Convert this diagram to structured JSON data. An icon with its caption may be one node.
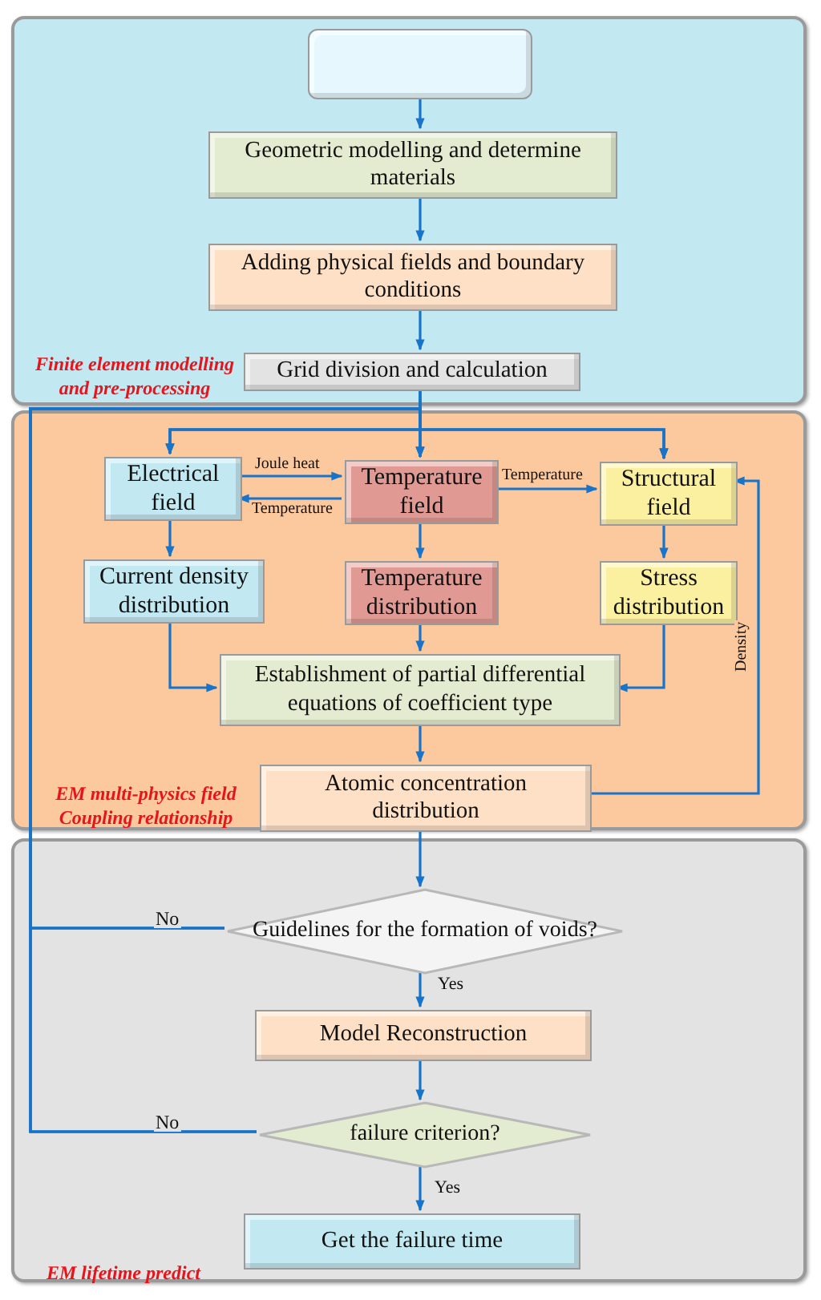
{
  "diagram": {
    "nodes": [
      {
        "text": [
          "Finite element modelling and pre-processing"
        ]
      },
      {
        "text": [],
        "shape": "box",
        "in": 0
      },
      {
        "text": [
          "Geometric modelling and determine materials"
        ],
        "in": 0
      },
      {
        "text": [
          "Adding physical fields and boundary conditions"
        ],
        "in": 0
      },
      {
        "text": [
          "Grid division and calculation"
        ],
        "in": 0
      },
      {
        "text": [
          "EM multi-physics field Coupling relationship"
        ]
      },
      {
        "text": [
          "Electrical field"
        ],
        "in": 5
      },
      {
        "text": [
          "Temperature field"
        ],
        "in": 5
      },
      {
        "text": [
          "Structural field"
        ],
        "in": 5
      },
      {
        "text": [
          "Current density distribution"
        ],
        "in": 5
      },
      {
        "text": [
          "Temperature distribution"
        ],
        "in": 5
      },
      {
        "text": [
          "Stress distribution"
        ],
        "in": 5
      },
      {
        "text": [
          "Establishment of partial differential equations of coefficient type"
        ],
        "in": 5
      },
      {
        "text": [
          "Atomic concentration distribution"
        ],
        "in": 5
      },
      {
        "text": [
          "EM lifetime predict"
        ]
      },
      {
        "text": [
          "Guidelines for the formation of voids?"
        ],
        "in": 14
      },
      {
        "text": [
          "Model Reconstruction"
        ],
        "in": 14
      },
      {
        "text": [
          "failure criterion?"
        ],
        "in": 14
      },
      {
        "text": [
          "Get the failure time"
        ],
        "in": 14
      }
    ],
    "edges": [
      {
        "from": 1,
        "to": 2,
        "arrow": "to"
      },
      {
        "from": 2,
        "to": 3,
        "arrow": "to"
      },
      {
        "from": 3,
        "to": 4,
        "arrow": "to"
      },
      {
        "from": 4,
        "to": 6,
        "arrow": "to"
      },
      {
        "from": 4,
        "to": 7,
        "arrow": "to"
      },
      {
        "from": 4,
        "to": 8,
        "arrow": "to"
      },
      {
        "from": 6,
        "to": 7,
        "arrow": "to",
        "label": "Joule heat"
      },
      {
        "from": 7,
        "to": 6,
        "arrow": "to",
        "label": "Temperature"
      },
      {
        "from": 7,
        "to": 8,
        "arrow": "to",
        "label": "Temperature"
      },
      {
        "from": 6,
        "to": 9,
        "arrow": "to"
      },
      {
        "from": 7,
        "to": 10,
        "arrow": "to"
      },
      {
        "from": 8,
        "to": 11,
        "arrow": "to"
      },
      {
        "from": 9,
        "to": 12,
        "arrow": "to"
      },
      {
        "from": 10,
        "to": 12,
        "arrow": "to"
      },
      {
        "from": 11,
        "to": 12,
        "arrow": "to"
      },
      {
        "from": 12,
        "to": 13,
        "arrow": "to"
      },
      {
        "from": 13,
        "to": 8,
        "arrow": "to",
        "label": "Density"
      },
      {
        "from": 13,
        "to": 15,
        "arrow": "to"
      },
      {
        "from": 15,
        "to": 16,
        "arrow": "to",
        "label": "Yes"
      },
      {
        "from": 16,
        "to": 17,
        "arrow": "to"
      },
      {
        "from": 17,
        "to": 18,
        "arrow": "to",
        "label": "Yes"
      },
      {
        "from": 15,
        "to": 6,
        "arrow": "to"
      },
      {
        "from": 15,
        "to": 7,
        "arrow": "to",
        "label": "No"
      },
      {
        "from": 15,
        "to": 8,
        "arrow": "to"
      },
      {
        "from": 17,
        "to": 6,
        "arrow": "to"
      },
      {
        "from": 17,
        "to": 7,
        "arrow": "to",
        "label": "No"
      },
      {
        "from": 17,
        "to": 8,
        "arrow": "to"
      }
    ]
  }
}
